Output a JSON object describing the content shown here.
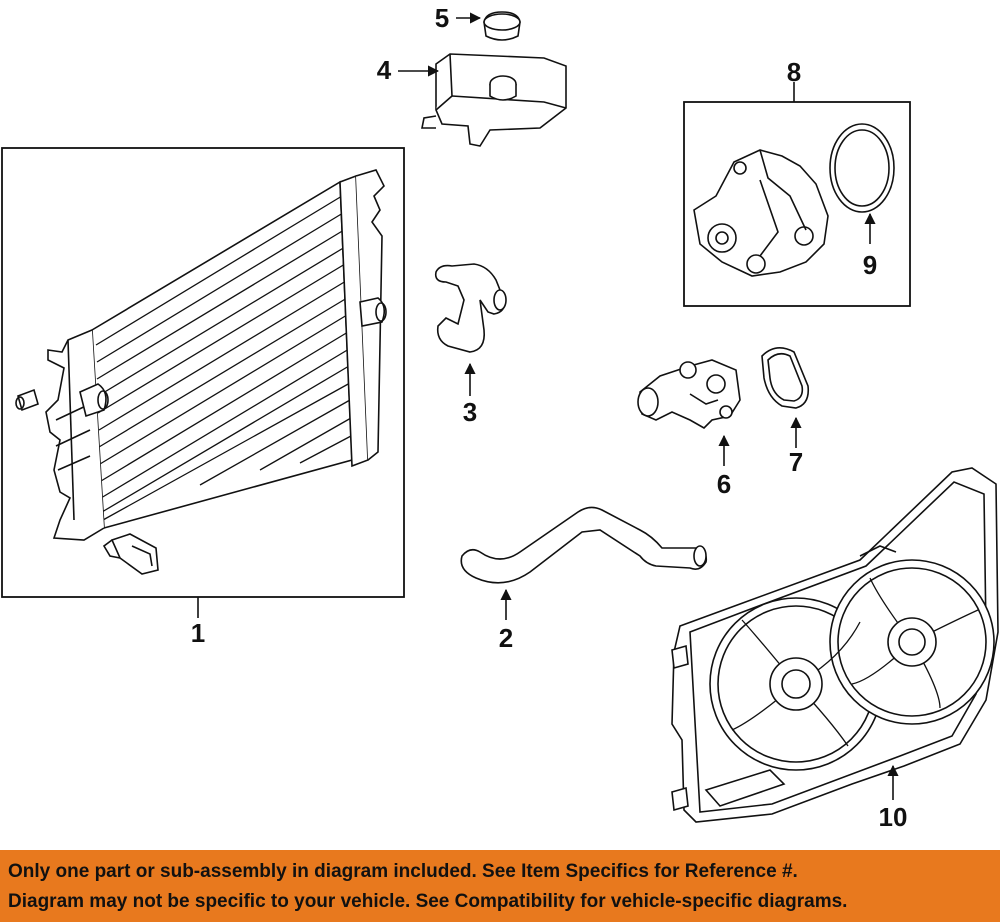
{
  "callouts": {
    "c1": "1",
    "c2": "2",
    "c3": "3",
    "c4": "4",
    "c5": "5",
    "c6": "6",
    "c7": "7",
    "c8": "8",
    "c9": "9",
    "c10": "10"
  },
  "notice": {
    "line1": "Only one part or sub-assembly in diagram included. See Item Specifics for Reference #.",
    "line2": "Diagram may not be specific to your vehicle. See Compatibility for vehicle-specific diagrams."
  },
  "colors": {
    "banner": "#e8791e",
    "ink": "#111111"
  }
}
